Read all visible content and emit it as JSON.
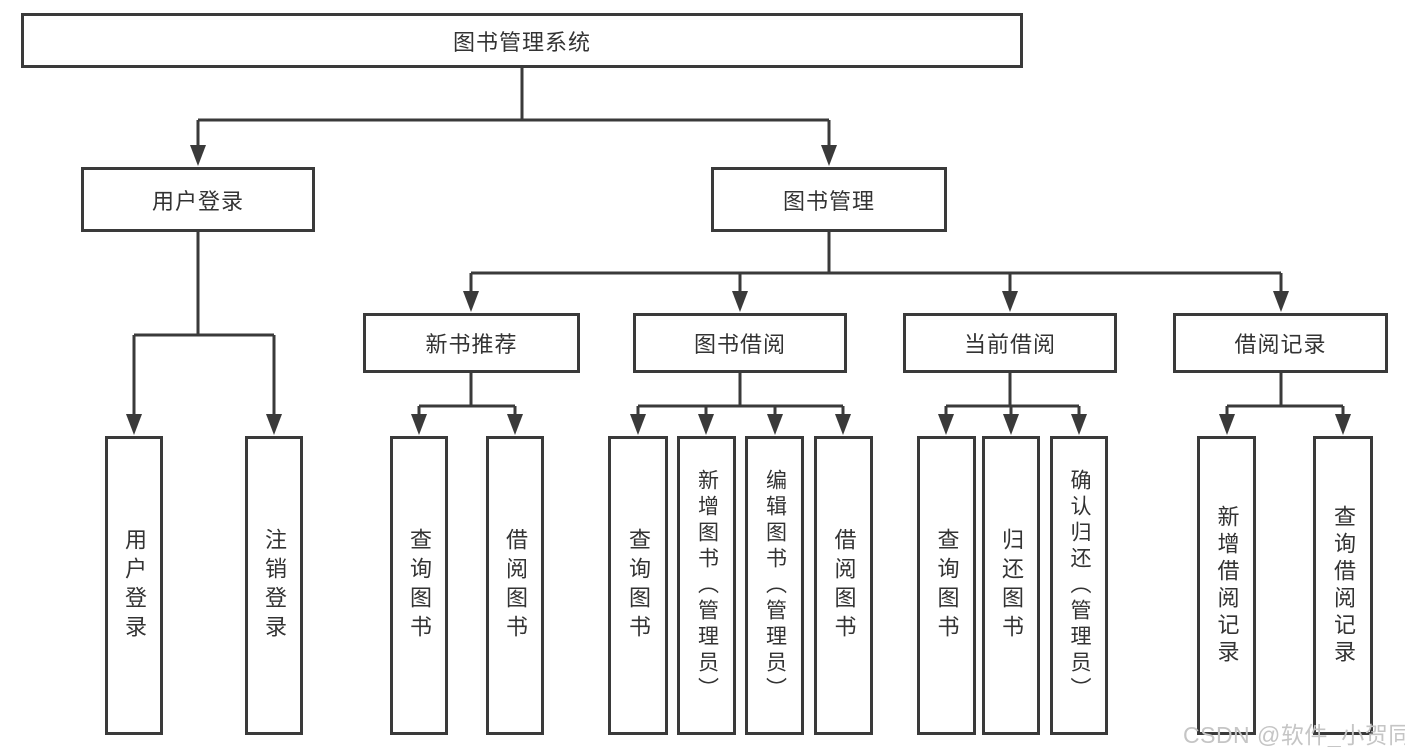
{
  "diagram": {
    "root": {
      "label": "图书管理系统"
    },
    "level2": {
      "user_login": {
        "label": "用户登录"
      },
      "book_management": {
        "label": "图书管理"
      }
    },
    "level3": {
      "new_book_recommend": {
        "label": "新书推荐"
      },
      "book_borrow": {
        "label": "图书借阅"
      },
      "current_borrow": {
        "label": "当前借阅"
      },
      "borrow_records": {
        "label": "借阅记录"
      }
    },
    "leaves": {
      "user_login": [
        "用户登录",
        "注销登录"
      ],
      "new_book_recommend": [
        "查询图书",
        "借阅图书"
      ],
      "book_borrow": [
        "查询图书",
        "新增图书（管理员）",
        "编辑图书（管理员）",
        "借阅图书"
      ],
      "current_borrow": [
        "查询图书",
        "归还图书",
        "确认归还（管理员）"
      ],
      "borrow_records": [
        "新增借阅记录",
        "查询借阅记录"
      ]
    },
    "watermark": "CSDN @软件_小贺同学",
    "colors": {
      "line": "#3a3a3a",
      "text": "#333333",
      "background": "#ffffff",
      "watermark": "#c5c5c5"
    }
  }
}
